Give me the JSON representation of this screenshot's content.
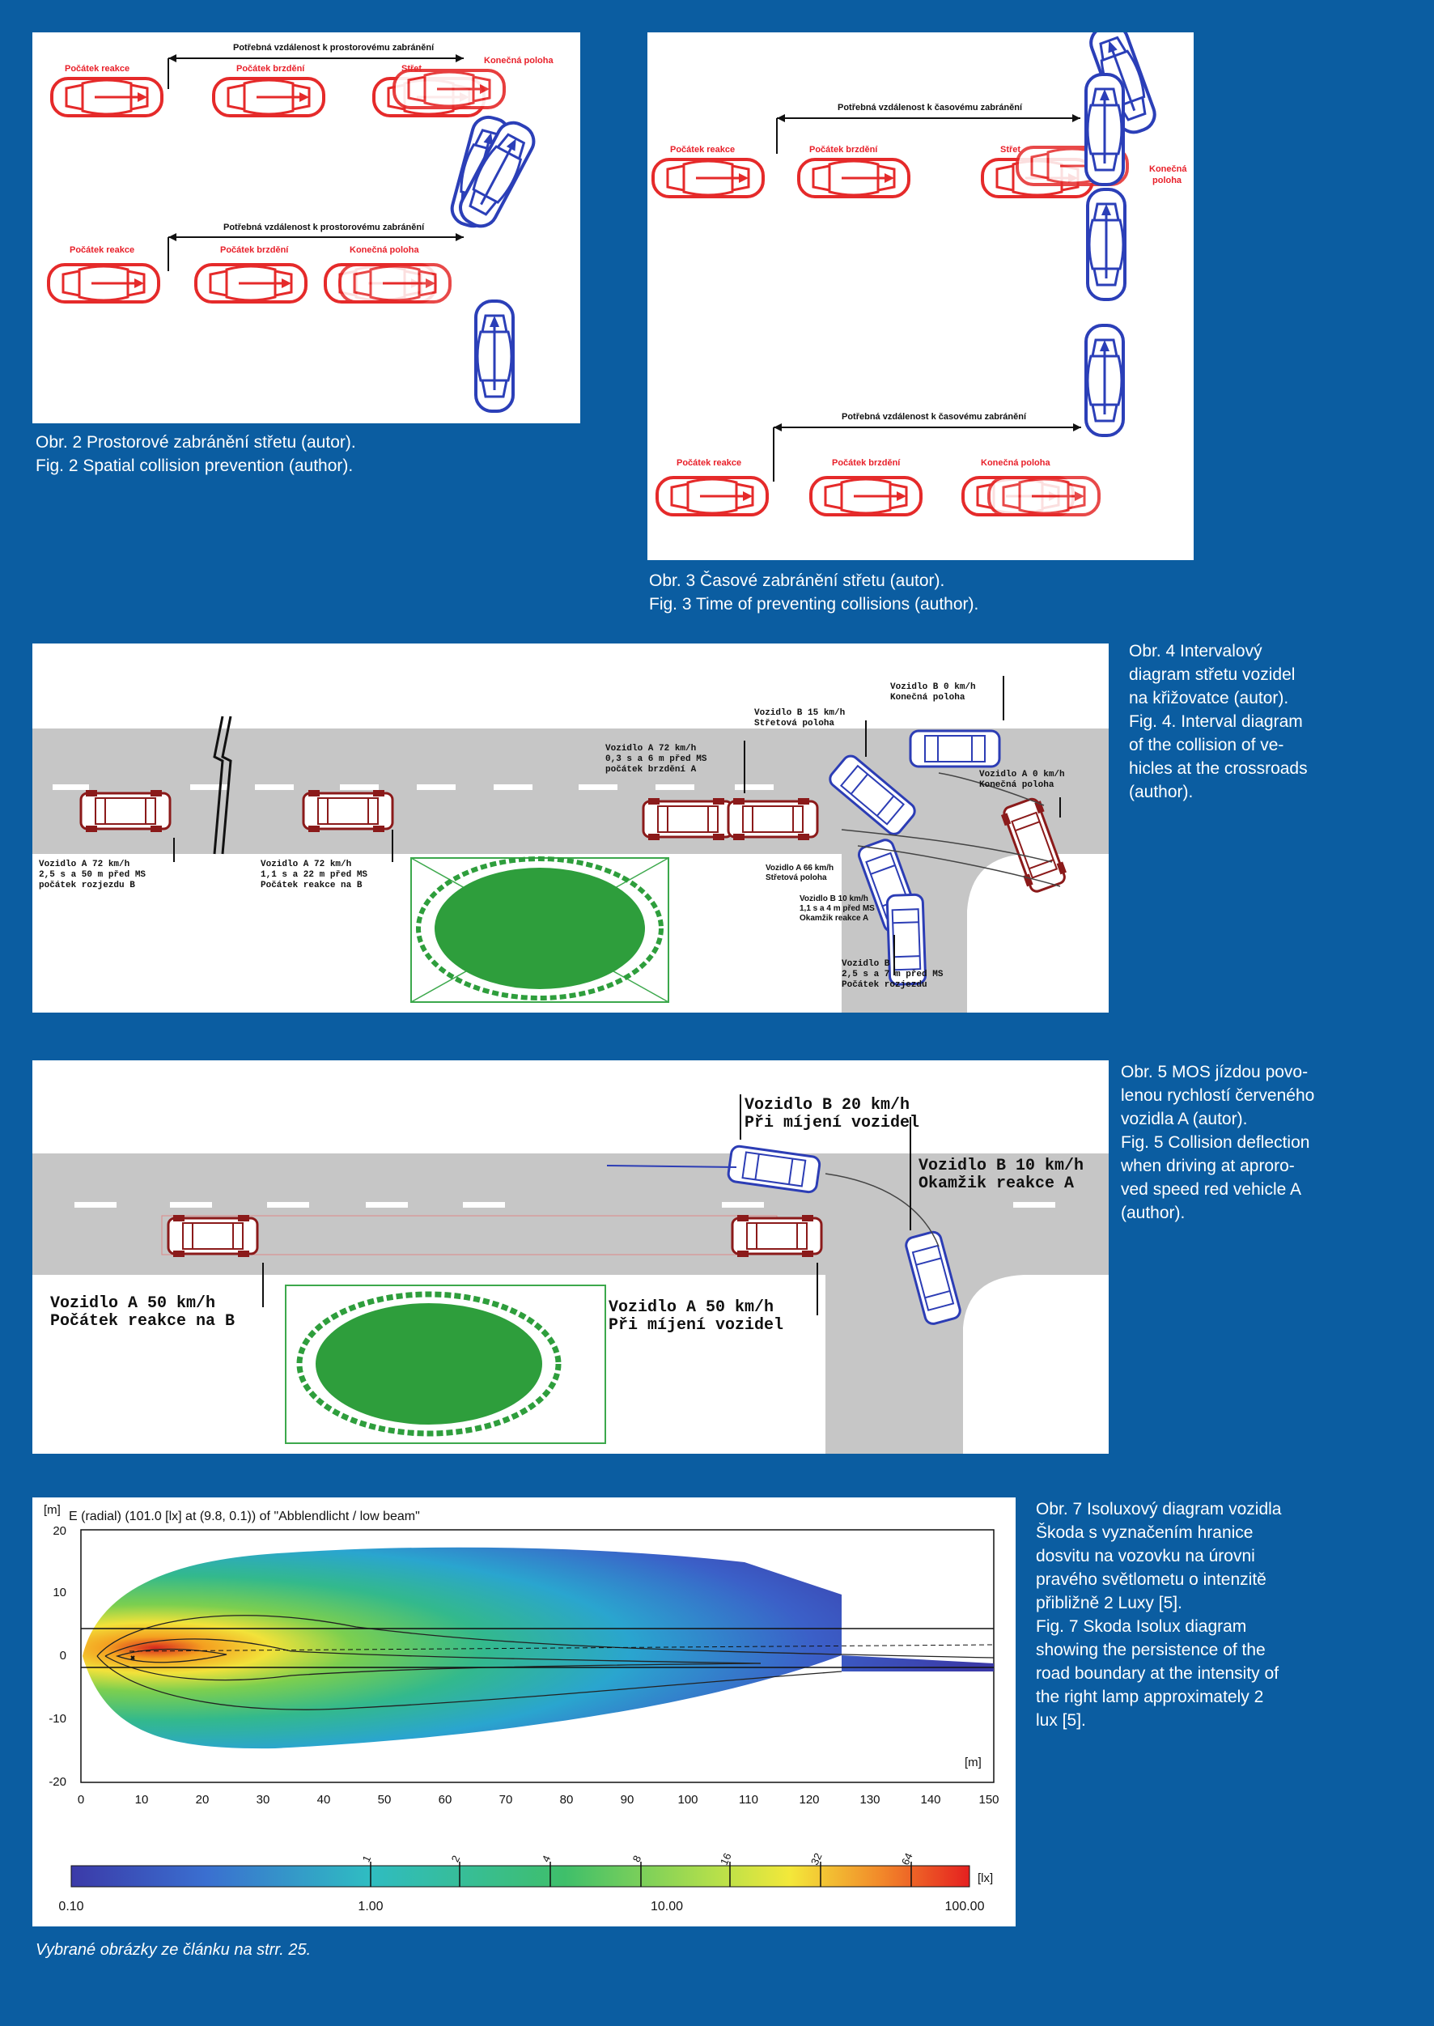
{
  "fig2": {
    "labels_top": {
      "reakce": "Počátek reakce",
      "brzdeni": "Počátek brzdění",
      "stret": "Střet",
      "konecna": "Konečná poloha",
      "distance": "Potřebná vzdálenost k prostorovému zabránění"
    },
    "labels_bottom": {
      "reakce": "Počátek reakce",
      "brzdeni": "Počátek brzdění",
      "konecna": "Konečná poloha",
      "distance": "Potřebná vzdálenost k prostorovému zabránění"
    },
    "caption_cz": "Obr. 2  Prostorové zabránění střetu (autor).",
    "caption_en": "Fig. 2  Spatial collision prevention (author)."
  },
  "fig3": {
    "labels_top": {
      "reakce": "Počátek reakce",
      "brzdeni": "Počátek brzdění",
      "stret": "Střet",
      "konecna1": "Konečná",
      "konecna2": "poloha",
      "distance": "Potřebná vzdálenost k časovému zabránění"
    },
    "labels_bottom": {
      "reakce": "Počátek reakce",
      "brzdeni": "Počátek brzdění",
      "konecna": "Konečná poloha",
      "distance": "Potřebná vzdálenost k časovému zabránění"
    },
    "caption_cz": "Obr. 3  Časové zabránění střetu (autor).",
    "caption_en": "Fig. 3  Time of preventing collisions (author)."
  },
  "fig4": {
    "l1": [
      "Vozidlo A 72 km/h",
      "2,5 s a 50 m před MS",
      "počátek rozjezdu B"
    ],
    "l2": [
      "Vozidlo A 72 km/h",
      "1,1 s a 22 m před MS",
      "Počátek reakce na B"
    ],
    "l3": [
      "Vozidlo A 72 km/h",
      "0,3 s a 6 m před MS",
      "počátek brzdění A"
    ],
    "l4": [
      "Vozidlo B 15 km/h",
      "Střetová poloha"
    ],
    "l5": [
      "Vozidlo B 0 km/h",
      "Konečná poloha"
    ],
    "l6": [
      "Vozidlo A 0 km/h",
      "Konečná poloha"
    ],
    "l7": [
      "Vozidlo A 66 km/h",
      "Střetová poloha"
    ],
    "l8": [
      "Vozidlo B 10 km/h",
      "1,1 s a 4 m před MS",
      "Okamžik reakce A"
    ],
    "l9": [
      "Vozidlo B",
      "2,5 s a 7 m před MS",
      "Počátek rozjezdu"
    ],
    "caption": [
      "Obr. 4  Intervalový",
      "diagram střetu vozidel",
      "na křižovatce (autor).",
      "Fig. 4. Interval diagram",
      "of the collision of ve-",
      "hicles at the crossroads",
      "(author)."
    ]
  },
  "fig5": {
    "l1": [
      "Vozidlo B 20 km/h",
      "Při míjení vozidel"
    ],
    "l2": [
      "Vozidlo B 10 km/h",
      "Okamžik reakce A"
    ],
    "l3": [
      "Vozidlo A 50 km/h",
      "Počátek reakce na B"
    ],
    "l4": [
      "Vozidlo A 50 km/h",
      "Při míjení vozidel"
    ],
    "caption": [
      "Obr. 5  MOS jízdou povo-",
      "lenou rychlostí červeného",
      "vozidla A (autor).",
      "Fig. 5  Collision deflection",
      "when driving at aproro-",
      "ved speed  red vehicle A",
      "(author)."
    ]
  },
  "fig7": {
    "title": "E (radial) (101.0 [lx] at (9.8, 0.1)) of \"Abblendlicht / low beam\"",
    "y_unit": "[m]",
    "x_unit": "[m]",
    "y_ticks": [
      "20",
      "10",
      "0",
      "-10",
      "-20"
    ],
    "x_ticks": [
      "0",
      "10",
      "20",
      "30",
      "40",
      "50",
      "60",
      "70",
      "80",
      "90",
      "100",
      "110",
      "120",
      "130",
      "140",
      "150"
    ],
    "scale_top": [
      "1",
      "2",
      "4",
      "8",
      "16",
      "32",
      "64"
    ],
    "scale_bottom": [
      "0.10",
      "1.00",
      "10.00",
      "100.00"
    ],
    "scale_unit": "[lx]",
    "caption": [
      "Obr. 7  Isoluxový diagram vozidla",
      "Škoda s vyznačením hranice",
      "dosvitu na vozovku na úrovni",
      "pravého světlometu o intenzitě",
      "přibližně 2 Luxy [5].",
      "Fig. 7  Skoda Isolux diagram",
      "showing the persistence of the",
      "road boundary at the intensity of",
      "the right lamp approximately 2",
      "lux [5]."
    ]
  },
  "footer": "Vybrané obrázky ze článku na strr. 25."
}
